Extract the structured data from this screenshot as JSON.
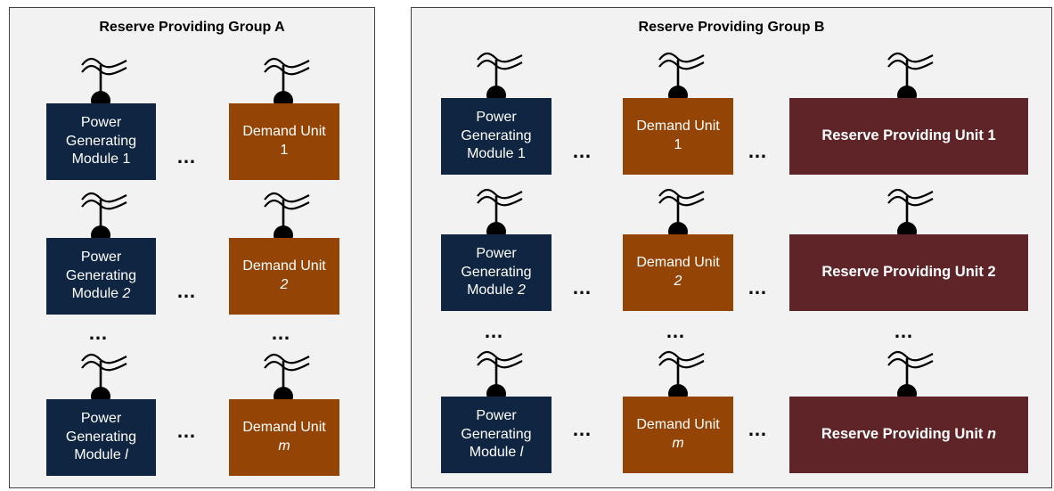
{
  "group_a": {
    "title": "Reserve Providing Group A",
    "rows": [
      {
        "pgm": {
          "line1": "Power",
          "line2": "Generating",
          "line3a": "Module ",
          "line3b": "1"
        },
        "du": {
          "line1": "Demand Unit",
          "line2": "1"
        }
      },
      {
        "pgm": {
          "line1": "Power",
          "line2": "Generating",
          "line3a": "Module ",
          "line3b": "2"
        },
        "du": {
          "line1": "Demand Unit",
          "line2": "2"
        }
      },
      {
        "pgm": {
          "line1": "Power",
          "line2": "Generating",
          "line3a": "Module ",
          "line3b": "l"
        },
        "du": {
          "line1": "Demand Unit",
          "line2": "m"
        }
      }
    ]
  },
  "group_b": {
    "title": "Reserve Providing Group B",
    "rows": [
      {
        "pgm": {
          "line1": "Power",
          "line2": "Generating",
          "line3a": "Module ",
          "line3b": "1"
        },
        "du": {
          "line1": "Demand Unit",
          "line2": "1"
        },
        "rpu": {
          "label": "Reserve Providing Unit ",
          "index": "1"
        }
      },
      {
        "pgm": {
          "line1": "Power",
          "line2": "Generating",
          "line3a": "Module ",
          "line3b": "2"
        },
        "du": {
          "line1": "Demand Unit",
          "line2": "2"
        },
        "rpu": {
          "label": "Reserve Providing Unit ",
          "index": "2"
        }
      },
      {
        "pgm": {
          "line1": "Power",
          "line2": "Generating",
          "line3a": "Module ",
          "line3b": "l"
        },
        "du": {
          "line1": "Demand Unit",
          "line2": "m"
        },
        "rpu": {
          "label": "Reserve Providing Unit ",
          "index": "n"
        }
      }
    ]
  },
  "ellipsis": "…",
  "colors": {
    "group_background": "#f2f2f2",
    "power_generating_module": "#0f2541",
    "demand_unit": "#944506",
    "reserve_providing_unit": "#5e2427"
  },
  "icons": [
    "grid-connection-icon"
  ]
}
